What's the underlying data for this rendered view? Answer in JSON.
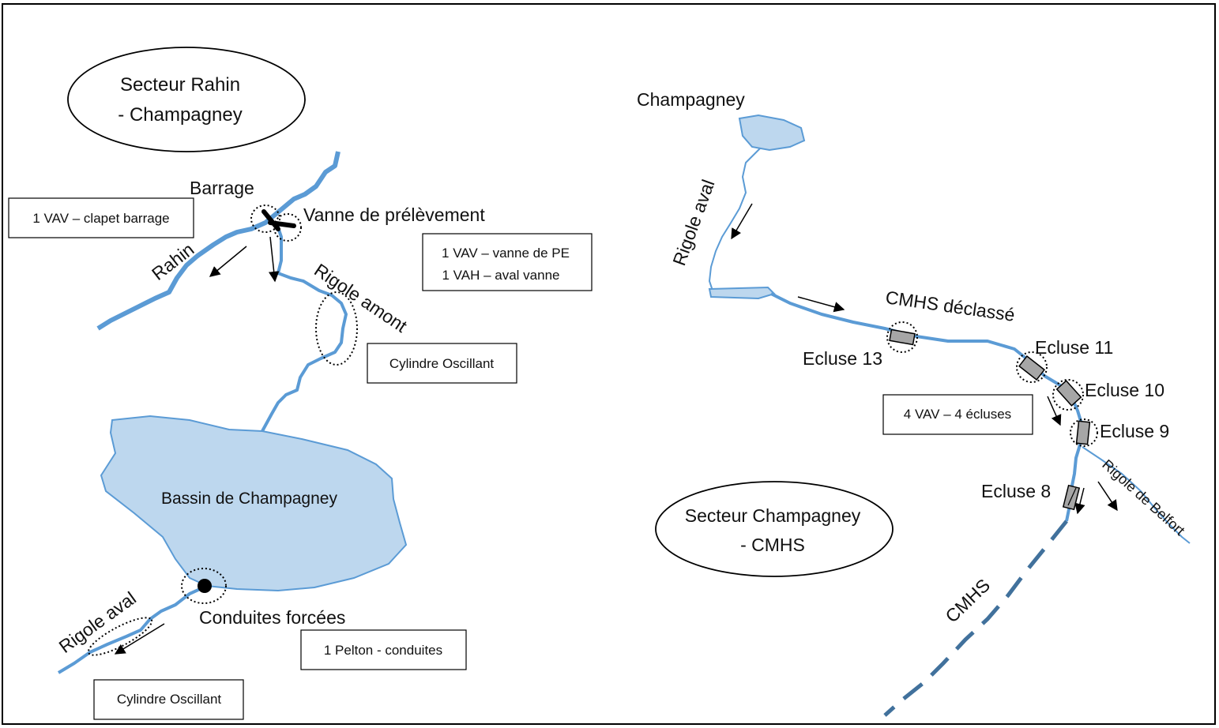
{
  "left_sector": {
    "title_line1": "Secteur Rahin",
    "title_line2": "- Champagney",
    "labels": {
      "barrage": "Barrage",
      "vanne_prelevement": "Vanne de prélèvement",
      "rahin": "Rahin",
      "rigole_amont": "Rigole amont",
      "bassin": "Bassin de Champagney",
      "conduites_forcees": "Conduites forcées",
      "rigole_aval": "Rigole aval"
    },
    "boxes": {
      "vav_clapet": "1 VAV – clapet barrage",
      "vav_vanne_pe": "1 VAV – vanne de PE",
      "vah_aval": "1 VAH – aval vanne",
      "cylindre_1": "Cylindre Oscillant",
      "pelton": "1 Pelton - conduites",
      "cylindre_2": "Cylindre Oscillant"
    }
  },
  "right_sector": {
    "title_line1": "Secteur Champagney",
    "title_line2": "- CMHS",
    "labels": {
      "champagney": "Champagney",
      "rigole_aval": "Rigole aval",
      "cmhs_declasse": "CMHS déclassé",
      "ecluse_13": "Ecluse 13",
      "ecluse_11": "Ecluse 11",
      "ecluse_10": "Ecluse 10",
      "ecluse_9": "Ecluse 9",
      "ecluse_8": "Ecluse 8",
      "rigole_belfort": "Rigole de Belfort",
      "cmhs": "CMHS"
    },
    "boxes": {
      "vav_ecluses": "4 VAV – 4 écluses"
    }
  },
  "colors": {
    "water_line": "#5b9bd5",
    "water_fill": "#bdd7ee",
    "cmhs_dash": "#41719c",
    "lock_fill": "#a6a6a6"
  }
}
